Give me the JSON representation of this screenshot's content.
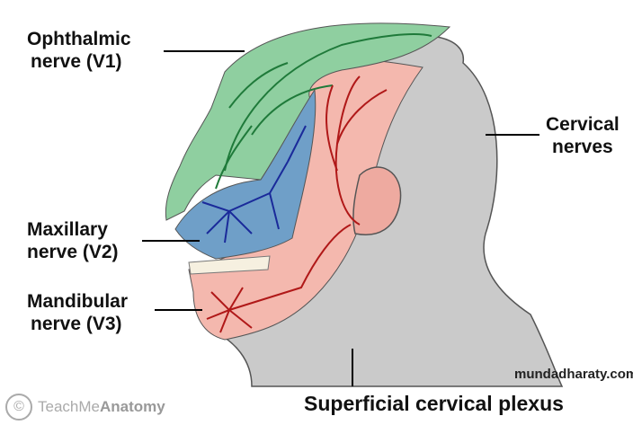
{
  "labels": {
    "ophthalmic": [
      "Ophthalmic",
      "nerve (V1)"
    ],
    "cervical": [
      "Cervical",
      "nerves"
    ],
    "maxillary": [
      "Maxillary",
      "nerve (V2)"
    ],
    "mandibular": [
      "Mandibular",
      "nerve (V3)"
    ],
    "plexus": "Superficial cervical plexus"
  },
  "logo": {
    "symbol": "©",
    "text_light": "TeachMe",
    "text_bold": "Anatomy"
  },
  "watermark": "mundadharaty.com",
  "colors": {
    "v1": "#8fcfa0",
    "v2": "#6f9fc8",
    "v3": "#f4b8ae",
    "cervical": "#c8c8c8",
    "nerve_red": "#b01818",
    "nerve_blue": "#1a2a9a",
    "nerve_green": "#1f7a3a"
  }
}
